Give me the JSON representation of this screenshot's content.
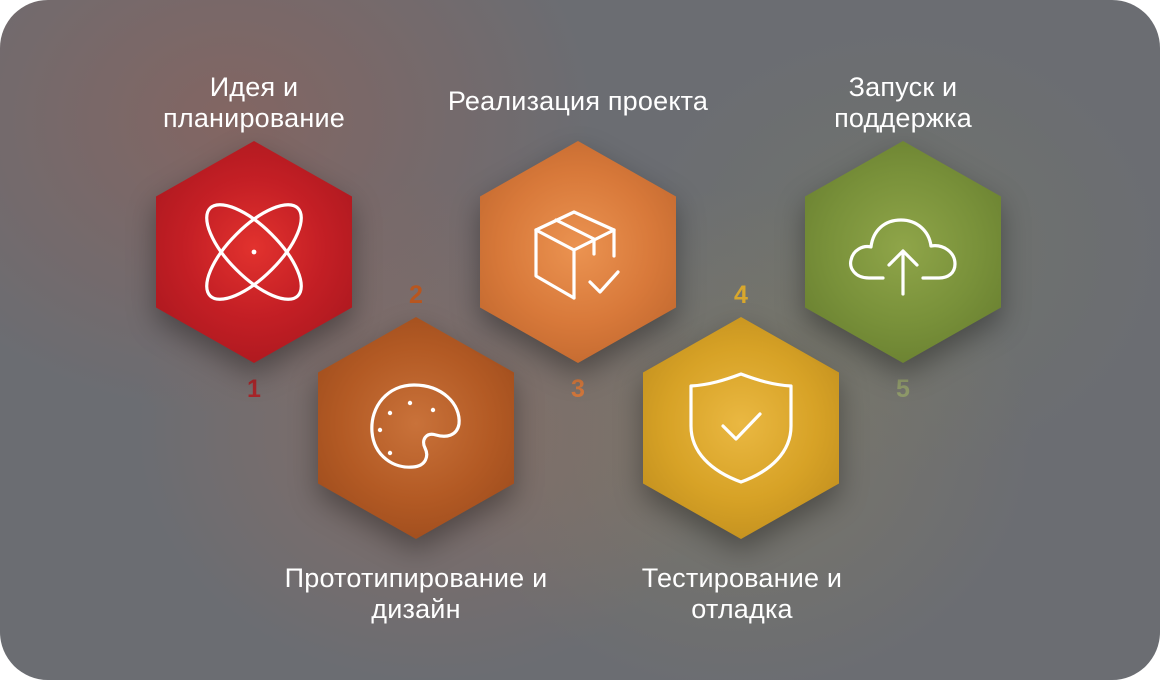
{
  "steps": [
    {
      "number": "1",
      "label": "Идея и\nпланирование",
      "icon": "atom-icon",
      "color": "#c41f25",
      "number_color": "#a8262a"
    },
    {
      "number": "2",
      "label": "Прототипирование и\nдизайн",
      "icon": "palette-icon",
      "color": "#b35a24",
      "number_color": "#b8561f"
    },
    {
      "number": "3",
      "label": "Реализация проекта",
      "icon": "box-check-icon",
      "color": "#d8793a",
      "number_color": "#d1763b"
    },
    {
      "number": "4",
      "label": "Тестирование и\nотладка",
      "icon": "shield-check-icon",
      "color": "#d7a226",
      "number_color": "#d8a72d"
    },
    {
      "number": "5",
      "label": "Запуск и\nподдержка",
      "icon": "cloud-upload-icon",
      "color": "#79913a",
      "number_color": "#8f9a6a"
    }
  ]
}
